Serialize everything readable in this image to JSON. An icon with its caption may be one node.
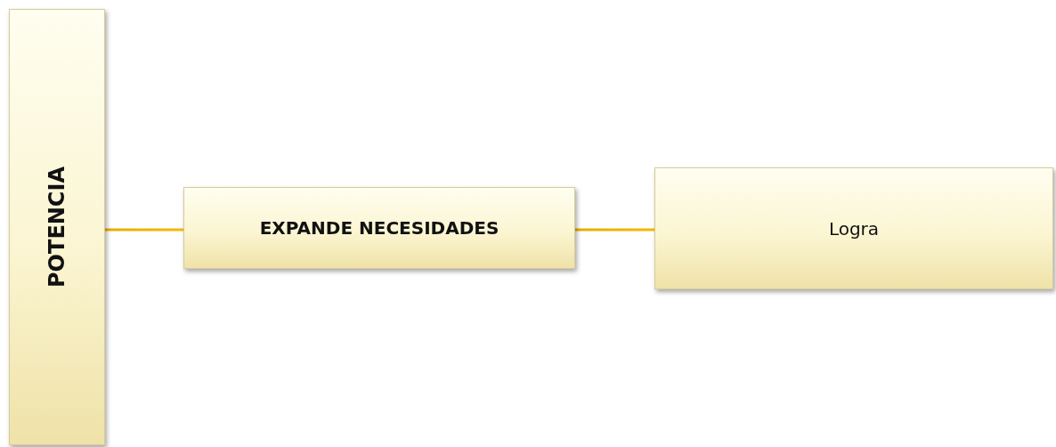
{
  "diagram": {
    "nodes": [
      {
        "text": [
          "POTENCIA"
        ]
      },
      {
        "text": [
          "EXPANDE NECESIDADES"
        ]
      },
      {
        "text": [
          "Logra"
        ]
      }
    ],
    "edges": [
      {
        "from": 0,
        "to": 1,
        "arrow": "none"
      },
      {
        "from": 1,
        "to": 2,
        "arrow": "none"
      }
    ]
  }
}
